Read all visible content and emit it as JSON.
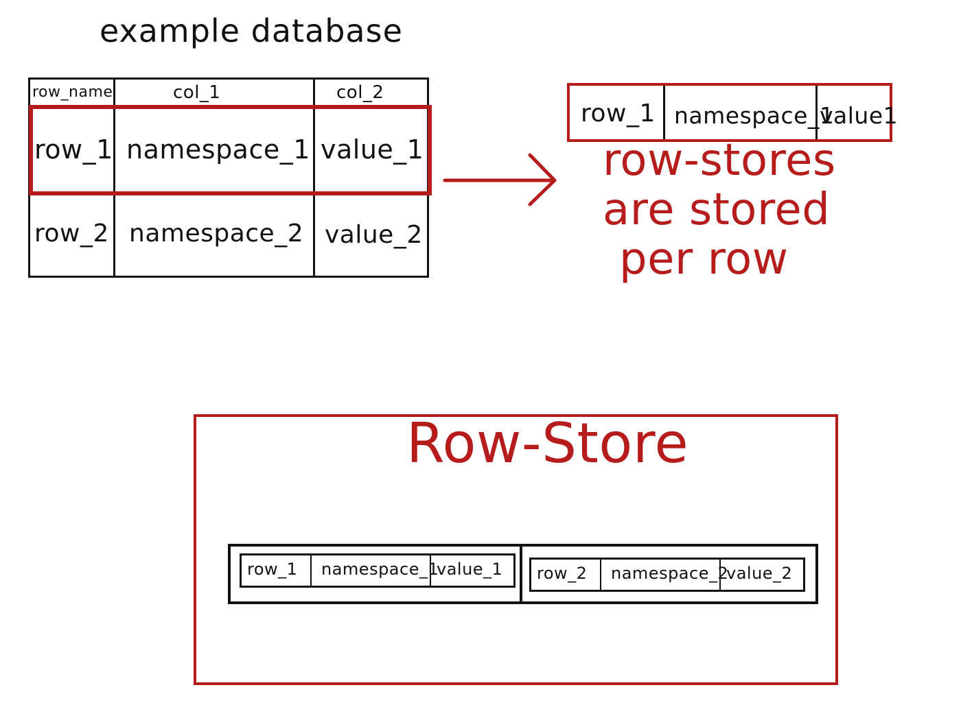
{
  "title": "example database",
  "table": {
    "headers": [
      "row_name",
      "col_1",
      "col_2"
    ],
    "rows": [
      [
        "row_1",
        "namespace_1",
        "value_1"
      ],
      [
        "row_2",
        "namespace_2",
        "value_2"
      ]
    ]
  },
  "stored_row": [
    "row_1",
    "namespace_1",
    "value1"
  ],
  "caption": {
    "line1": "row-stores",
    "line2": "are stored",
    "line3": "per row"
  },
  "panel": {
    "title": "Row-Store",
    "records": [
      [
        "row_1",
        "namespace_1",
        "value_1"
      ],
      [
        "row_2",
        "namespace_2",
        "value_2"
      ]
    ]
  },
  "colors": {
    "accent_red": "#b71c1c",
    "ink": "#111111"
  }
}
